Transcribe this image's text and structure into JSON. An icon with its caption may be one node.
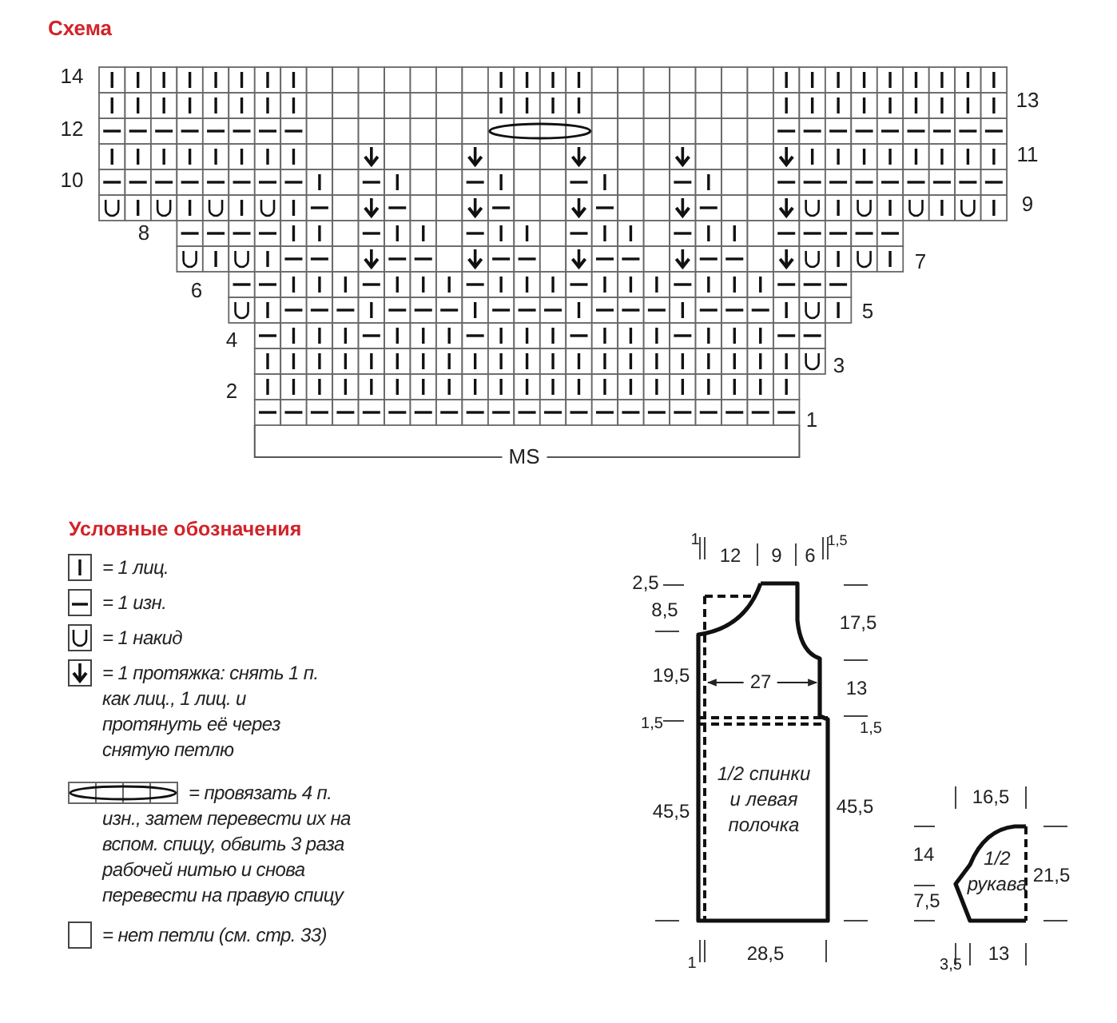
{
  "diagram": {
    "title": "Схема",
    "nodes": [
      {
        "text": [
          "1/2 спинки и левая полочка"
        ]
      },
      {
        "text": [
          "1/2 рукава"
        ]
      }
    ],
    "labels": [
      "14",
      "13",
      "12",
      "11",
      "10",
      "9",
      "8",
      "7",
      "6",
      "5",
      "4",
      "3",
      "2",
      "1",
      "MS",
      "Условные обозначения",
      "1",
      "12",
      "9",
      "6",
      "1,5",
      "2,5",
      "8,5",
      "17,5",
      "19,5",
      "27",
      "13",
      "1,5",
      "1,5",
      "45,5",
      "45,5",
      "1",
      "28,5",
      "16,5",
      "14",
      "21,5",
      "7,5",
      "3,5",
      "13"
    ],
    "legend": [
      {
        "text": "= 1 лиц."
      },
      {
        "text": "= 1 изн."
      },
      {
        "text": "= 1 накид"
      },
      {
        "text": "= 1 протяжка: снять 1 п. как лиц., 1 лиц. и протянуть её через снятую петлю"
      },
      {
        "text": "= провязать 4 п. изн., затем перевести их на вспом. спицу, обвить 3 раза рабочей нитью и снова перевести на правую спицу"
      },
      {
        "text": "= нет петли (см. стр. 33)"
      }
    ]
  }
}
